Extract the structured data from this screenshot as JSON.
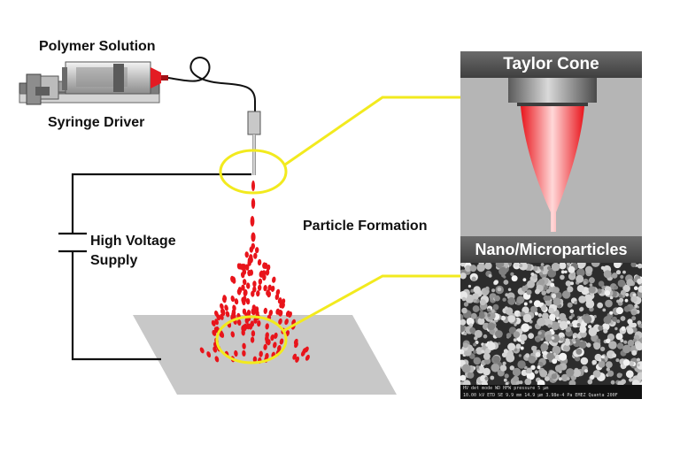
{
  "labels": {
    "polymer_solution": "Polymer Solution",
    "syringe_driver": "Syringe Driver",
    "high_voltage_supply": "High Voltage Supply",
    "particle_formation": "Particle Formation"
  },
  "panels": {
    "taylor_cone": "Taylor Cone",
    "nano_microparticles": "Nano/Microparticles"
  },
  "sem_info": {
    "header": "HV   det  mode  WD   HFW   pressure              5 µm",
    "values": "10.00 kV ETD SE 9.9 mm 14.9 µm 3.98e-4 Pa    EMEZ Quanta 200F"
  },
  "colors": {
    "droplet": "#e8141b",
    "highlight": "#f2ea1e",
    "wire": "#111111",
    "collector": "#c8c8c8",
    "syringe_tip": "#e31b23",
    "panel_background": "#b5b5b5"
  }
}
